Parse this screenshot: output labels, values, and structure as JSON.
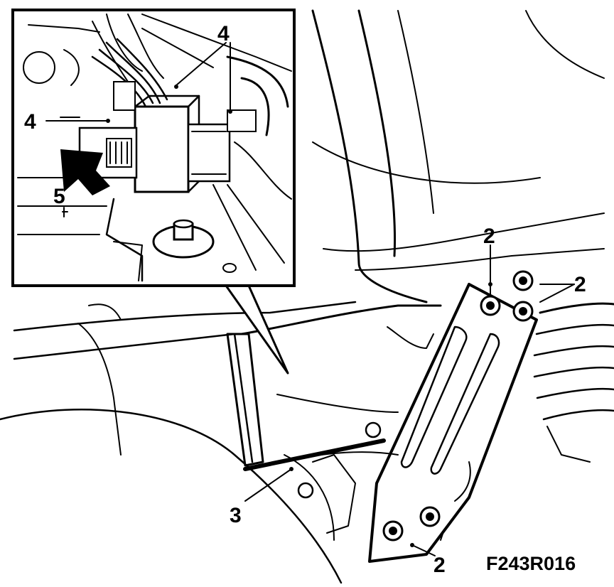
{
  "figure_id": "F243R016",
  "callouts": {
    "c2_top_left": "2",
    "c2_right": "2",
    "c2_bottom": "2",
    "c3": "3",
    "c4_top": "4",
    "c4_left": "4",
    "c5": "5"
  },
  "icons": {
    "detail_arrow": "large-black-arrow-icon",
    "bolt": "bolt-head-icon"
  }
}
